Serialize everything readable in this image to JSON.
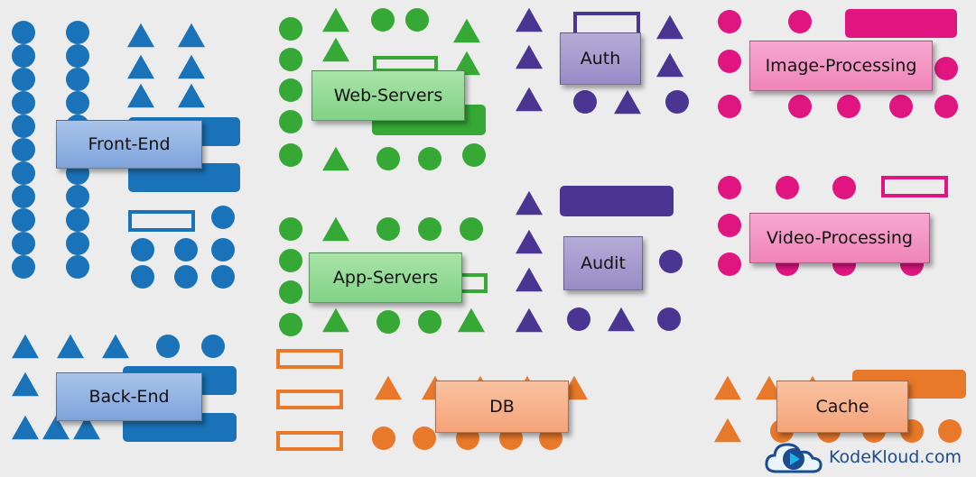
{
  "labels": {
    "front_end": "Front-End",
    "back_end": "Back-End",
    "web_servers": "Web-Servers",
    "app_servers": "App-Servers",
    "auth": "Auth",
    "audit": "Audit",
    "image_processing": "Image-Processing",
    "video_processing": "Video-Processing",
    "db": "DB",
    "cache": "Cache"
  },
  "brand": {
    "name": "KodeKloud.com",
    "icon": "cloud-play-logo"
  },
  "colors": {
    "front_end": "#1a73b8",
    "web": "#35a835",
    "auth_audit": "#4a3592",
    "processing": "#e0157f",
    "data": "#e8782a",
    "background": "#ececec"
  },
  "icons": [
    "circle",
    "triangle",
    "rectangle"
  ]
}
